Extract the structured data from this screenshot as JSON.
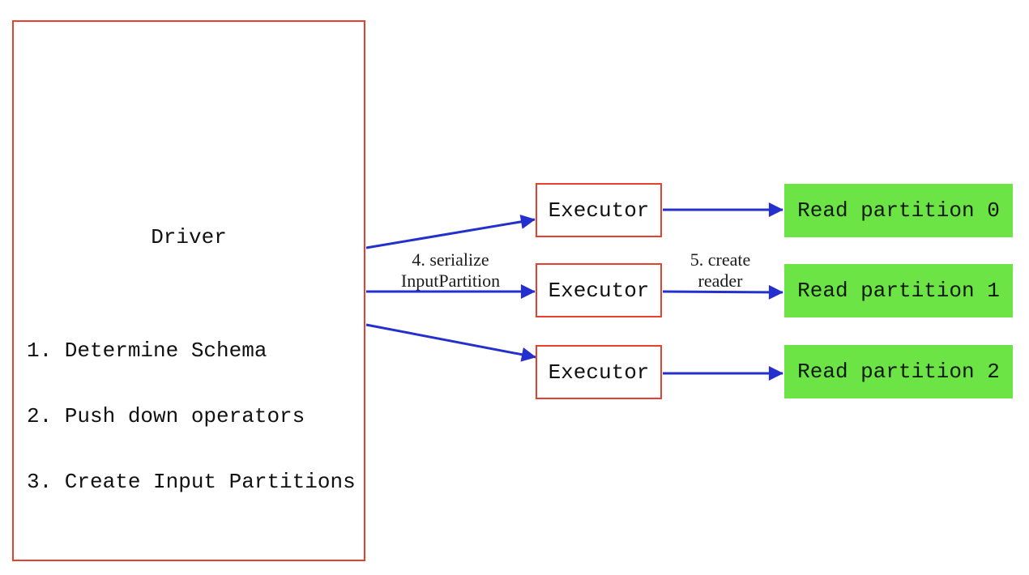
{
  "diagram": {
    "driver": {
      "title": "Driver",
      "steps": [
        "1. Determine Schema",
        "2. Push down operators",
        "3. Create Input Partitions"
      ]
    },
    "executors": [
      {
        "label": "Executor"
      },
      {
        "label": "Executor"
      },
      {
        "label": "Executor"
      }
    ],
    "partitions": [
      {
        "label": "Read partition 0"
      },
      {
        "label": "Read partition 1"
      },
      {
        "label": "Read partition 2"
      }
    ],
    "edge_labels": {
      "serialize_line1": "4. serialize",
      "serialize_line2": "InputPartition",
      "create_line1": "5. create",
      "create_line2": "reader"
    },
    "colors": {
      "box_border_red": "#e8402f",
      "arrow_blue": "#2430cd",
      "partition_green": "#6ce445",
      "text_black": "#111111"
    }
  }
}
